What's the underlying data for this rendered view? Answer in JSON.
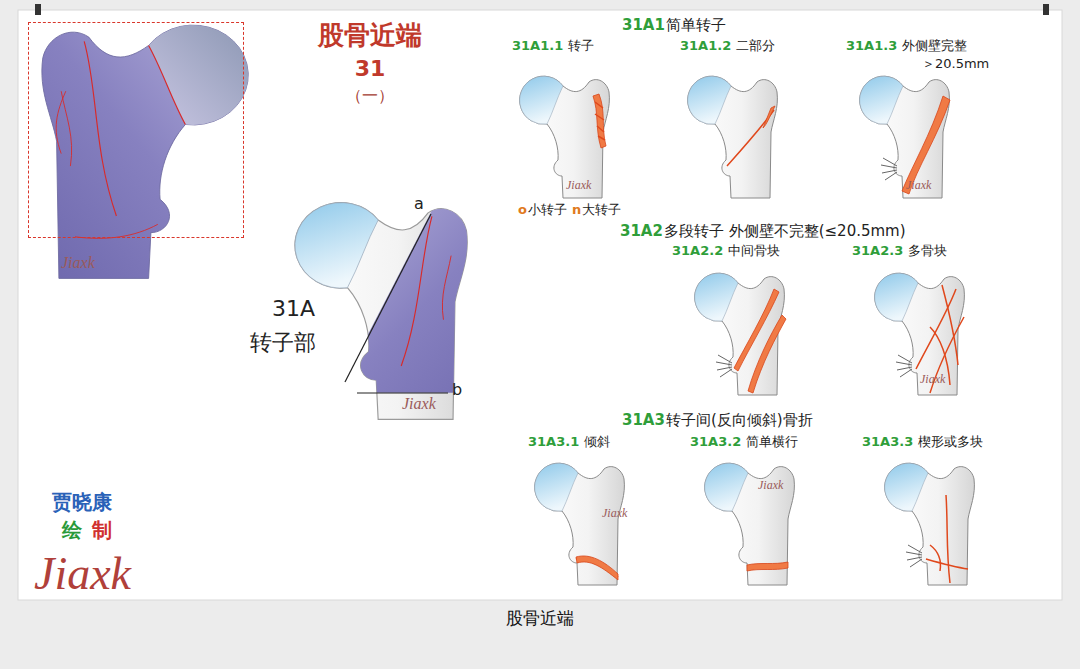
{
  "diagram": {
    "title": "股骨近端",
    "caption": "股骨近端",
    "nodes": [
      {
        "text": [
          "Jiaxk"
        ]
      }
    ],
    "labels": [
      "31",
      "（一）",
      "31A",
      "转子部",
      "a",
      "b",
      "31A1",
      "简单转子",
      "31A1.1",
      "转子",
      "31A1.2",
      "二部分",
      "31A1.3",
      "外侧壁完整",
      "＞20.5mm",
      "o",
      "小转子",
      "n",
      "大转子",
      "31A2",
      "多段转子 外侧壁不完整(≤20.5mm)",
      "31A2.2",
      "中间骨块",
      "31A2.3",
      "多骨块",
      "31A3",
      "转子间(反向倾斜)骨折",
      "31A3.1",
      "倾斜",
      "31A3.2",
      "简单横行",
      "31A3.3",
      "楔形或多块",
      "贾晓康",
      "绘",
      "制",
      "Jiaxk",
      "Jiaxk",
      "Jiaxk",
      "Jiaxk",
      "Jiaxk",
      "Jiaxk",
      "Jiaxk"
    ]
  }
}
